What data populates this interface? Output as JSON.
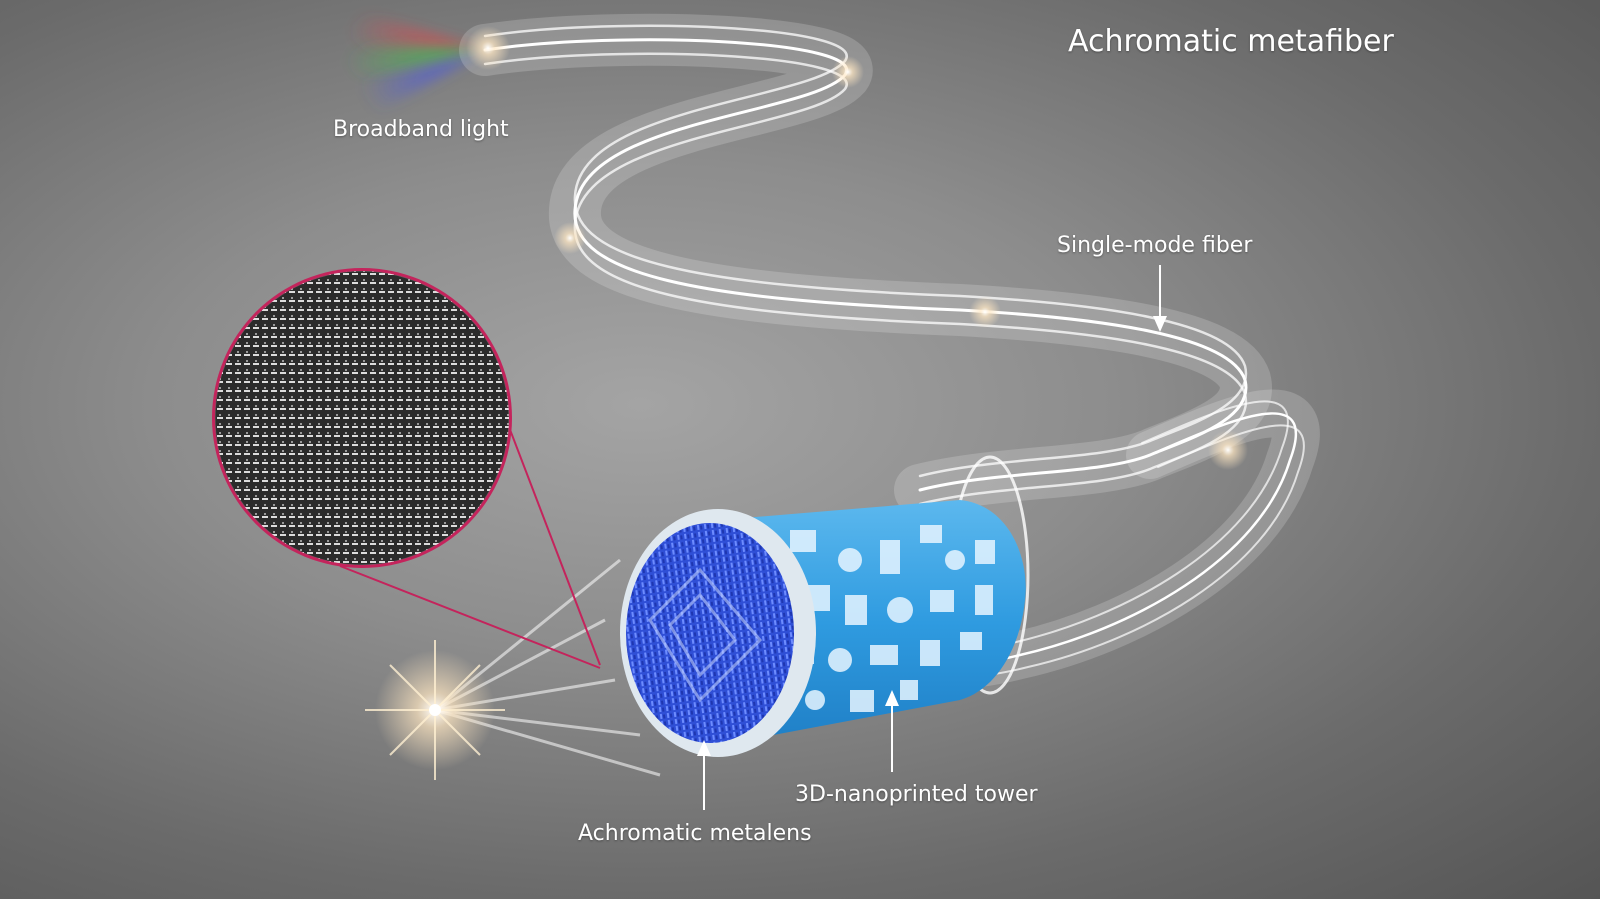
{
  "labels": {
    "title": "Achromatic metafiber",
    "broadband_light": "Broadband light",
    "single_mode_fiber": "Single-mode fiber",
    "nanoprinted_tower": "3D-nanoprinted tower",
    "metalens": "Achromatic metalens"
  },
  "colors": {
    "beam_red": "#e0464e",
    "beam_green": "#3fbf4a",
    "beam_blue": "#4a58e8",
    "tower_blue": "#2f9be0",
    "lens_blue": "#3556e6",
    "inset_border": "#c4245c",
    "inset_fill": "#2b2b2b"
  }
}
